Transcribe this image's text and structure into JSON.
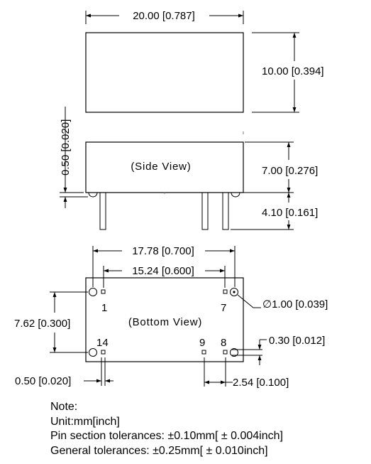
{
  "top_view": {
    "width_dim": "20.00 [0.787]",
    "height_dim": "10.00 [0.394]"
  },
  "side_view": {
    "label": "(Side View)",
    "standoff_dim": "0.50 [0.020]",
    "height_dim": "7.00 [0.276]",
    "pin_length_dim": "4.10 [0.161]"
  },
  "bottom_view": {
    "label": "(Bottom View)",
    "pitch_outer_dim": "17.78 [0.700]",
    "pitch_inner_dim": "15.24 [0.600]",
    "row_spacing_dim": "7.62 [0.300]",
    "pin_diameter_dim": "∅1.00 [0.039]",
    "pin_width_dim": "0.30 [0.012]",
    "edge_offset_dim": "0.50 [0.020]",
    "pin_spacing_dim": "2.54 [0.100]",
    "pins": {
      "p1": "1",
      "p7": "7",
      "p14": "14",
      "p9": "9",
      "p8": "8"
    }
  },
  "notes": {
    "heading": "Note:",
    "unit": "Unit:mm[inch]",
    "pin_tolerance": "Pin section tolerances: ±0.10mm[ ± 0.004inch]",
    "general_tolerance": "General tolerances: ±0.25mm[ ± 0.010inch]"
  }
}
